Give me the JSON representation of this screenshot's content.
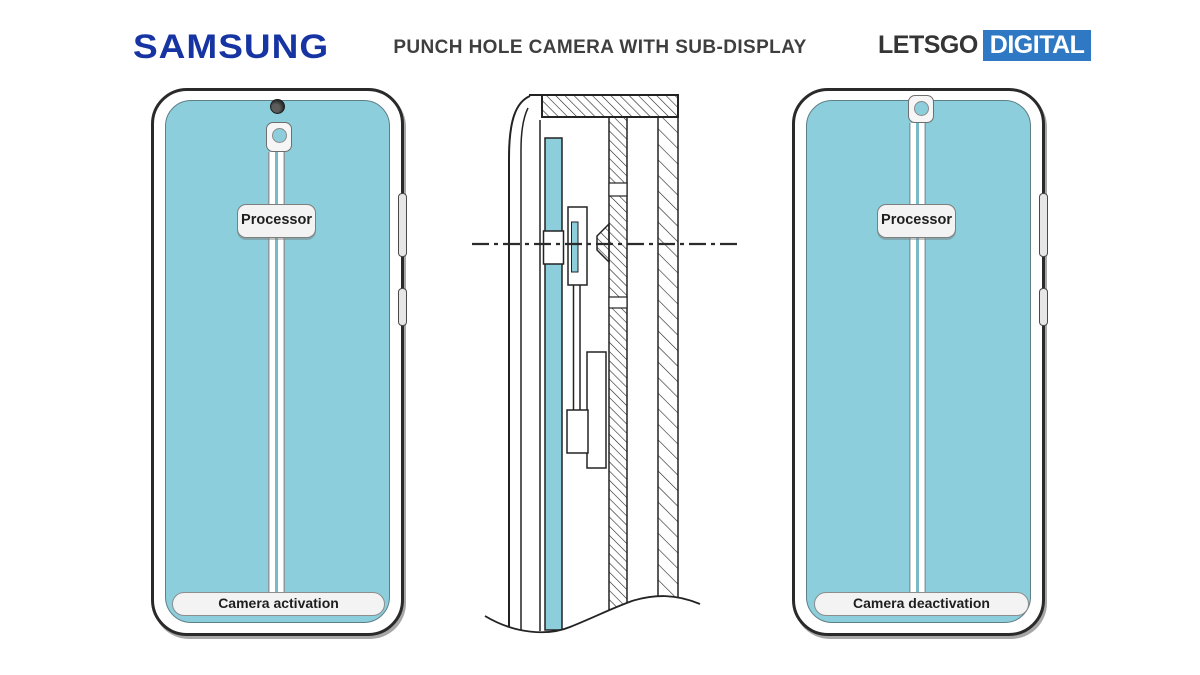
{
  "header": {
    "samsung_logo": "SAMSUNG",
    "title": "PUNCH HOLE CAMERA WITH SUB-DISPLAY",
    "letsgo": "LETSGO",
    "digital": "DIGITAL"
  },
  "phones": {
    "left": {
      "processor_label": "Processor",
      "caption": "Camera activation",
      "camera_state": "activated (punch hole visible above camera module)"
    },
    "right": {
      "processor_label": "Processor",
      "caption": "Camera deactivation",
      "camera_state": "deactivated (camera module raised to top edge)"
    }
  },
  "icons": {
    "punch_hole_camera": "dark-circle",
    "camera_module_lens": "teal-circle"
  },
  "colors": {
    "screen_teal": "#8ccedb",
    "samsung_blue": "#1734a3",
    "digital_blue": "#2f78c4",
    "ink": "#2a2a2a",
    "panel": "#f3f3f3"
  }
}
